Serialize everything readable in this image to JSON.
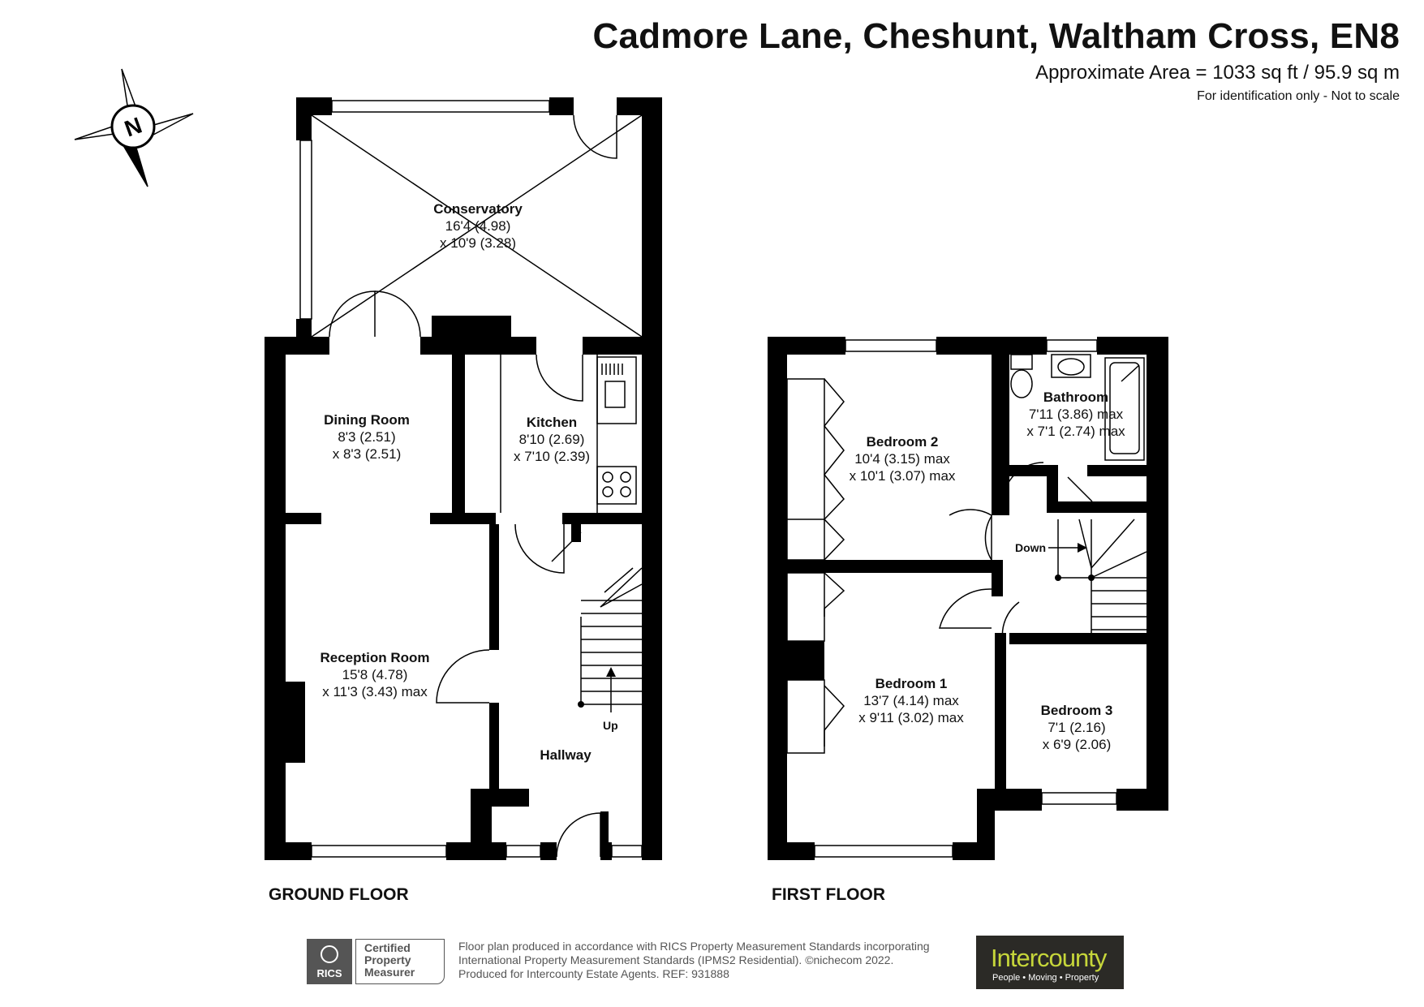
{
  "header": {
    "title": "Cadmore Lane, Cheshunt, Waltham Cross, EN8",
    "area": "Approximate Area = 1033 sq ft / 95.9 sq m",
    "disclaimer": "For identification only - Not to scale"
  },
  "compass": {
    "label": "N"
  },
  "ground_floor": {
    "label": "GROUND FLOOR",
    "rooms": [
      {
        "name": "Conservatory",
        "dim1": "16'4 (4.98)",
        "dim2": "x 10'9 (3.28)"
      },
      {
        "name": "Dining Room",
        "dim1": "8'3 (2.51)",
        "dim2": "x 8'3 (2.51)"
      },
      {
        "name": "Kitchen",
        "dim1": "8'10 (2.69)",
        "dim2": "x 7'10 (2.39)"
      },
      {
        "name": "Reception Room",
        "dim1": "15'8 (4.78)",
        "dim2": "x 11'3 (3.43) max"
      },
      {
        "name": "Hallway"
      }
    ],
    "stairs_label": "Up"
  },
  "first_floor": {
    "label": "FIRST FLOOR",
    "rooms": [
      {
        "name": "Bedroom 2",
        "dim1": "10'4 (3.15) max",
        "dim2": "x 10'1 (3.07) max"
      },
      {
        "name": "Bathroom",
        "dim1": "7'11 (3.86) max",
        "dim2": "x 7'1 (2.74) max"
      },
      {
        "name": "Bedroom 1",
        "dim1": "13'7 (4.14) max",
        "dim2": "x 9'11 (3.02) max"
      },
      {
        "name": "Bedroom 3",
        "dim1": "7'1 (2.16)",
        "dim2": "x 6'9 (2.06)"
      }
    ],
    "stairs_label": "Down"
  },
  "footer": {
    "line1": "Floor plan produced in accordance with RICS Property Measurement Standards incorporating",
    "line2": "International Property Measurement Standards (IPMS2 Residential).   ©nichecom 2022.",
    "line3": "Produced for Intercounty Estate Agents.   REF:  931888",
    "rics_mark": "RICS",
    "rics_badge": [
      "Certified",
      "Property",
      "Measurer"
    ],
    "brand_name": "Intercounty",
    "brand_tagline": "People  •  Moving  •  Property"
  }
}
